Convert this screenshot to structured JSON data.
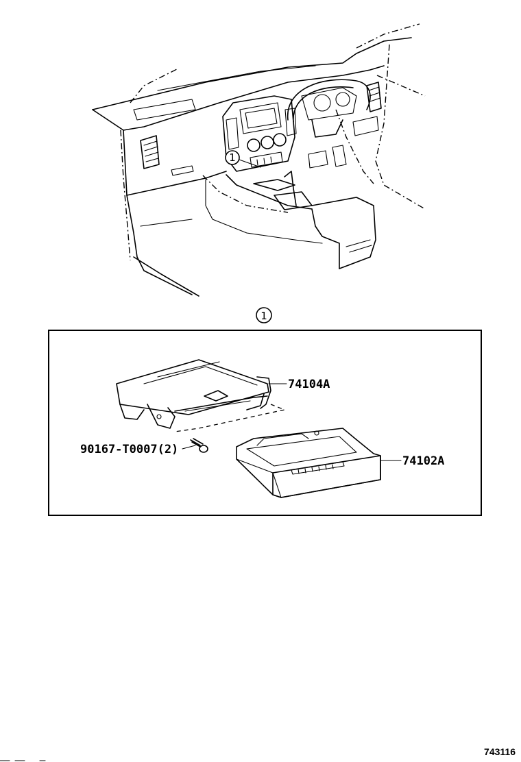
{
  "callout": {
    "ref_number": "1"
  },
  "parts": [
    {
      "id": "part-74104a",
      "number": "74104A"
    },
    {
      "id": "part-74102a",
      "number": "74102A"
    },
    {
      "id": "part-90167",
      "number": "90167-T0007(2)"
    }
  ],
  "drawing_id": "743116"
}
